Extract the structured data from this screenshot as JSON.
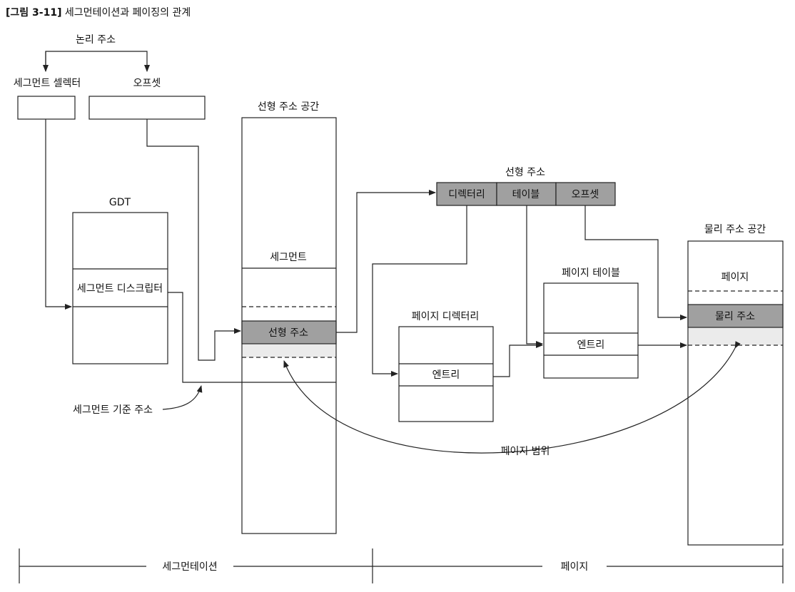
{
  "title": {
    "bold": "[그림 3-11]",
    "rest": " 세그먼테이션과 페이징의 관계"
  },
  "labels": {
    "logical_address": "논리 주소",
    "segment_selector": "세그먼트 셀렉터",
    "offset_top": "오프셋",
    "gdt": "GDT",
    "segment_descriptor": "세그먼트 디스크립터",
    "linear_space": "선형 주소 공간",
    "segment": "세그먼트",
    "linear_addr_cell": "선형 주소",
    "segment_base": "세그먼트 기준 주소",
    "linear_addr_title": "선형 주소",
    "dir": "디렉터리",
    "table": "테이블",
    "off": "오프셋",
    "page_dir": "페이지 디렉터리",
    "page_dir_entry": "엔트리",
    "page_table": "페이지 테이블",
    "page_table_entry": "엔트리",
    "physical_space": "물리 주소 공간",
    "page": "페이지",
    "physical_addr": "물리 주소",
    "page_range": "페이지 범위",
    "segmentation": "세그먼테이션",
    "paging": "페이지"
  },
  "colors": {
    "shade": "#a0a0a0",
    "light_shade": "#ebebeb",
    "line": "#222222"
  }
}
